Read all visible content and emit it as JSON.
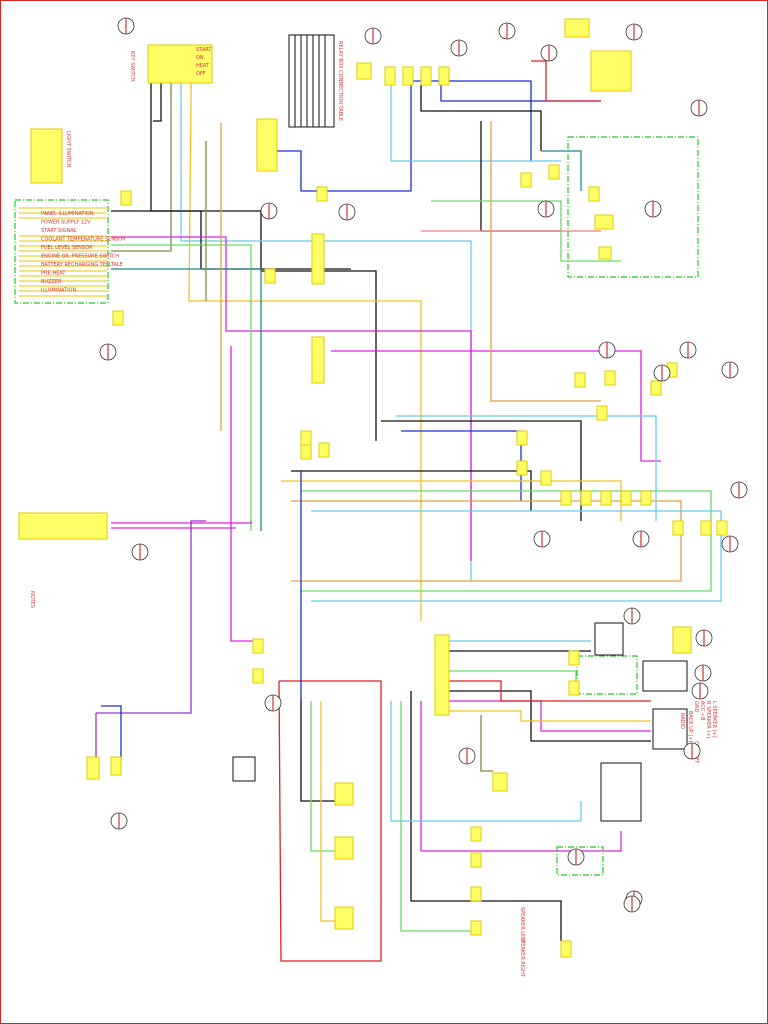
{
  "diagram": {
    "key_switch": {
      "label": "KEY SWITCH",
      "positions": [
        "START",
        "ON",
        "HEAT",
        "OFF"
      ]
    },
    "light_switch": {
      "label": "LIGHT SWITCH"
    },
    "instrument_panel": {
      "pins": [
        "PANEL ILLUMINATION",
        "POWER SUPPLY 12V",
        "START SIGNAL",
        "COOLANT TEMPERATURE SENSOR",
        "FUEL LEVEL SENSOR",
        "ENGINE OIL PRESSURE SWITCH",
        "BATTERY RECHARGING TELLTALE",
        "PRE-HEAT",
        "BUZZER",
        "ILLUMINATION"
      ]
    },
    "connection_table": {
      "label": "RELAY BOX CONNECTION TABLE"
    },
    "notes": {
      "label": "NOTES"
    },
    "radio": {
      "label": "RADIO",
      "pins": [
        "L SPEAKER (+)",
        "R SPEAKER (+)",
        "ACC +B",
        "GND",
        "BACK UP (+)",
        "ON / OFF"
      ]
    },
    "speakers": [
      "SPEAKER LEFT",
      "SPEAKER RIGHT"
    ],
    "wire_colors": {
      "black": "#111111",
      "blue": "#1a2fd0",
      "magenta": "#e020e0",
      "cyan": "#66ccee",
      "yellow": "#f0c020",
      "green": "#66dd66",
      "olive": "#888844",
      "red": "#dd2222",
      "orange": "#e8a040",
      "purple": "#9933cc",
      "teal": "#228888",
      "pink": "#f08080"
    },
    "accent_colors": {
      "connector": "#ffff66",
      "frame": "#dd2222",
      "group_box": "#22cc22",
      "label": "#dd3333"
    }
  }
}
